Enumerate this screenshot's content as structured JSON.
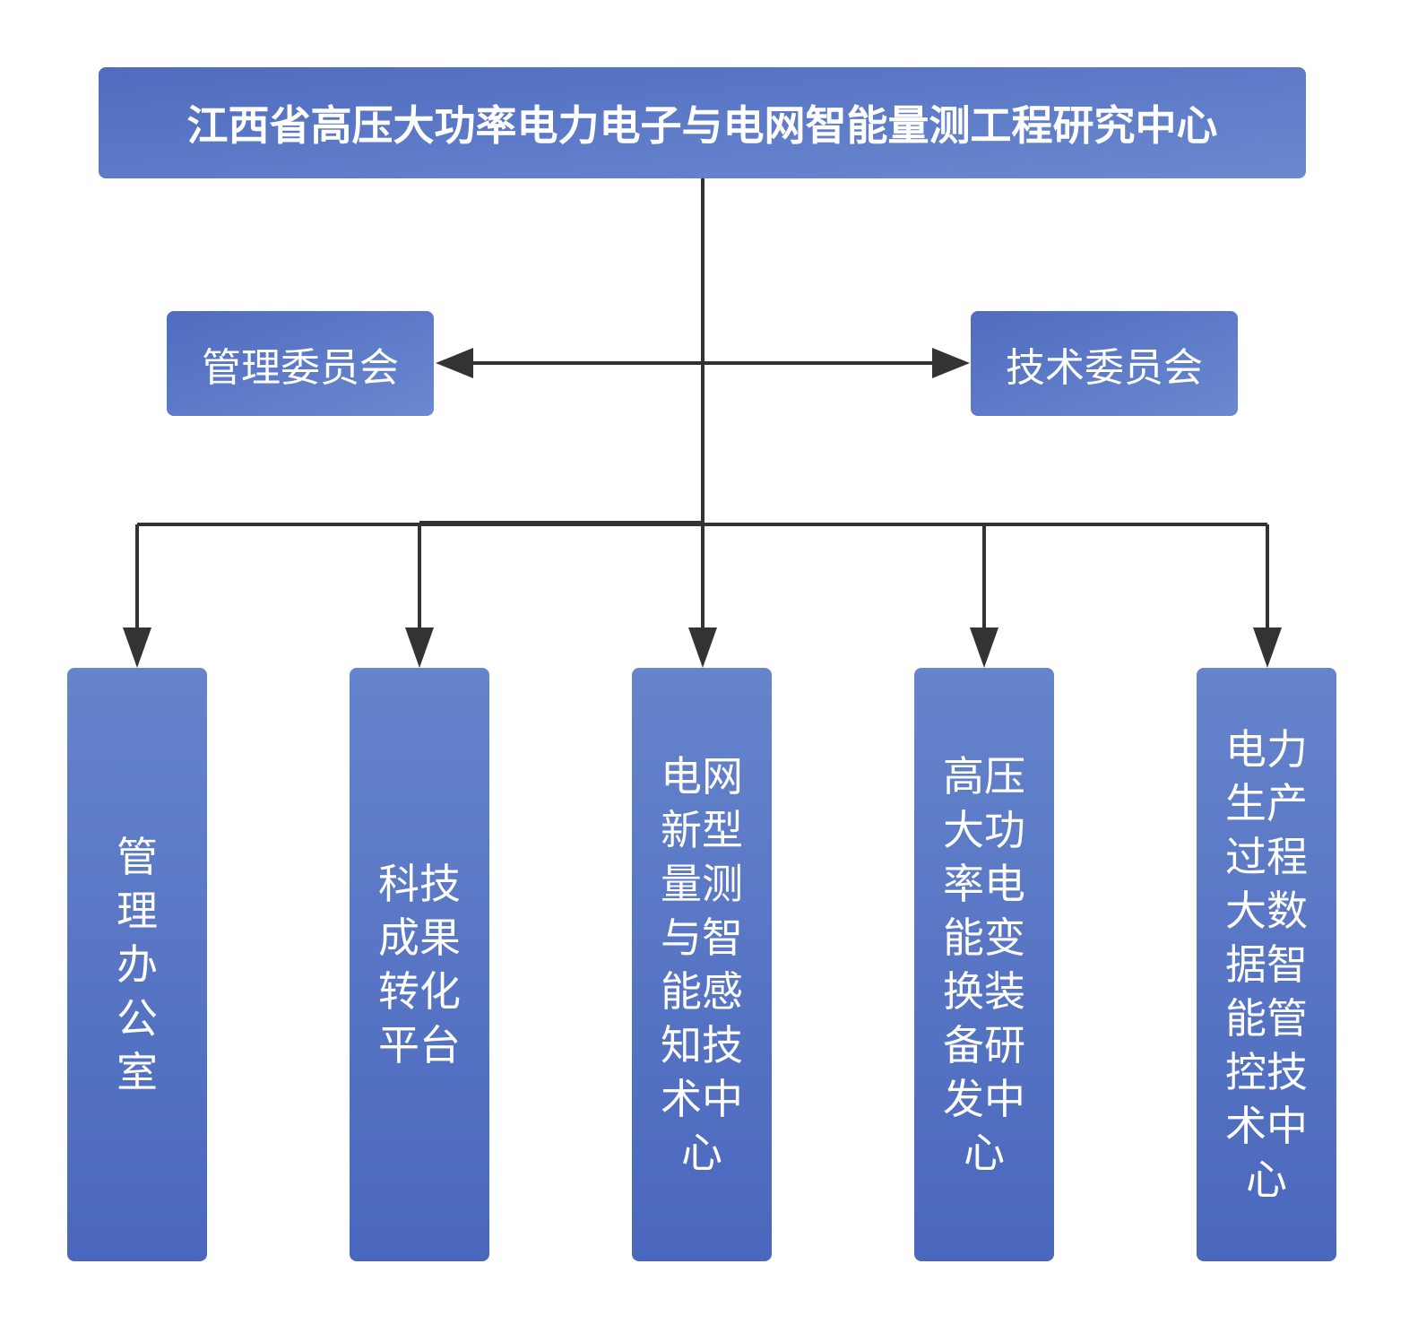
{
  "root": {
    "title": "江西省高压大功率电力电子与电网智能量测工程研究中心"
  },
  "committees": [
    {
      "label": "管理委员会"
    },
    {
      "label": "技术委员会"
    }
  ],
  "departments": [
    {
      "label": "管理办公室"
    },
    {
      "label": "科技成果转化平台"
    },
    {
      "label": "电网新型量测与智能感知技术中心"
    },
    {
      "label": "高压大功率电能变换装备研发中心"
    },
    {
      "label": "电力生产过程大数据智能管控技术中心"
    }
  ],
  "colors": {
    "box_fill": "#5673c4",
    "connector": "#333333",
    "text": "#ffffff"
  }
}
